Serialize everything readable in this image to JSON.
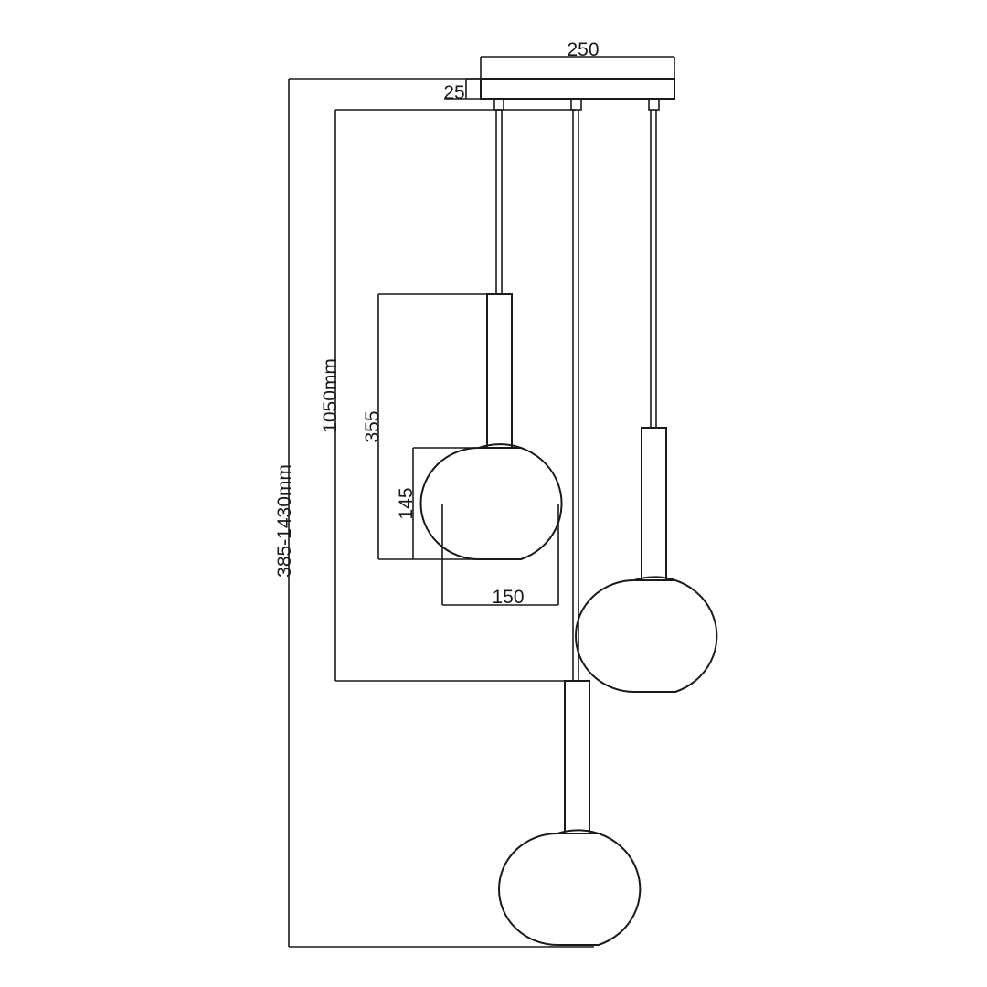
{
  "dimensions": {
    "canopy_width": "250",
    "canopy_height": "25",
    "total_height": "385-1430mm",
    "drop_height": "1050mm",
    "fixture_height": "355",
    "globe_height": "145",
    "globe_diameter": "150"
  },
  "colors": {
    "line": "#1a1a1a",
    "background": "#ffffff"
  }
}
